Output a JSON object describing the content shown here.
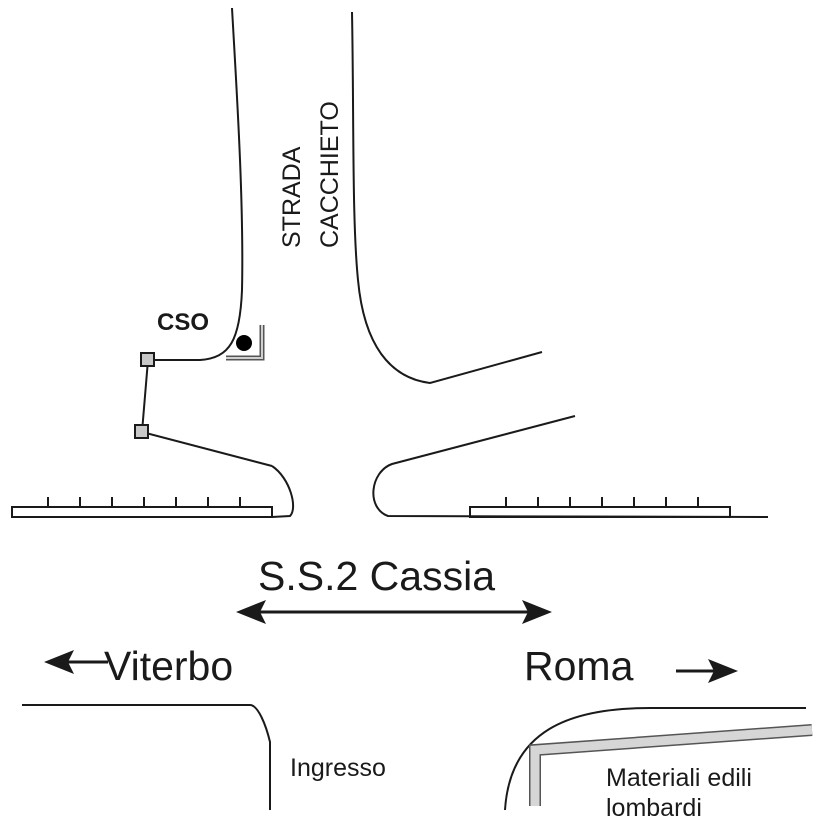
{
  "labels": {
    "road_name_line1": "STRADA",
    "road_name_line2": "CACCHIETO",
    "cso": "CSO",
    "highway": "S.S.2 Cassia",
    "west_direction": "Viterbo",
    "east_direction": "Roma",
    "entrance": "Ingresso",
    "company_line1": "Materiali edili",
    "company_line2": "lombardi"
  }
}
